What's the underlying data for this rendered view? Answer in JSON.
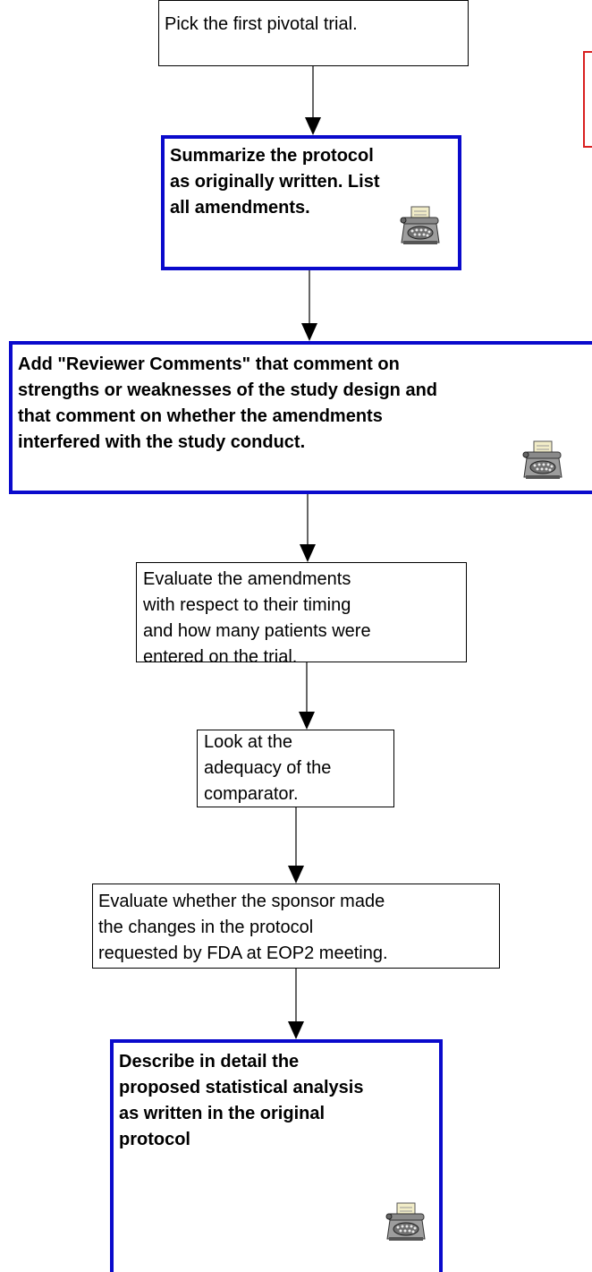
{
  "colors": {
    "emphasis_border": "#0a0acc",
    "normal_border": "#000000",
    "offscreen_mark": "#d92020"
  },
  "steps": [
    {
      "text": "Pick the first pivotal trial.",
      "emphasis": false
    },
    {
      "text": "Summarize the protocol\nas originally written.  List\nall amendments.",
      "emphasis": true,
      "icon": "typewriter-icon"
    },
    {
      "text": "Add \"Reviewer Comments\" that comment on\nstrengths or weaknesses of the study design and\nthat comment on whether the amendments\ninterfered with the study conduct.",
      "emphasis": true,
      "icon": "typewriter-icon"
    },
    {
      "text": "Evaluate the amendments\nwith respect to their timing\nand how many patients were\nentered on the trial.",
      "emphasis": false
    },
    {
      "text": "Look at the\nadequacy of the\ncomparator.",
      "emphasis": false
    },
    {
      "text": "Evaluate whether the sponsor made\nthe changes in the protocol\nrequested by FDA at EOP2 meeting.",
      "emphasis": false
    },
    {
      "text": "Describe in detail the\nproposed statistical analysis\nas written in the original\nprotocol",
      "emphasis": true,
      "icon": "typewriter-icon"
    }
  ]
}
